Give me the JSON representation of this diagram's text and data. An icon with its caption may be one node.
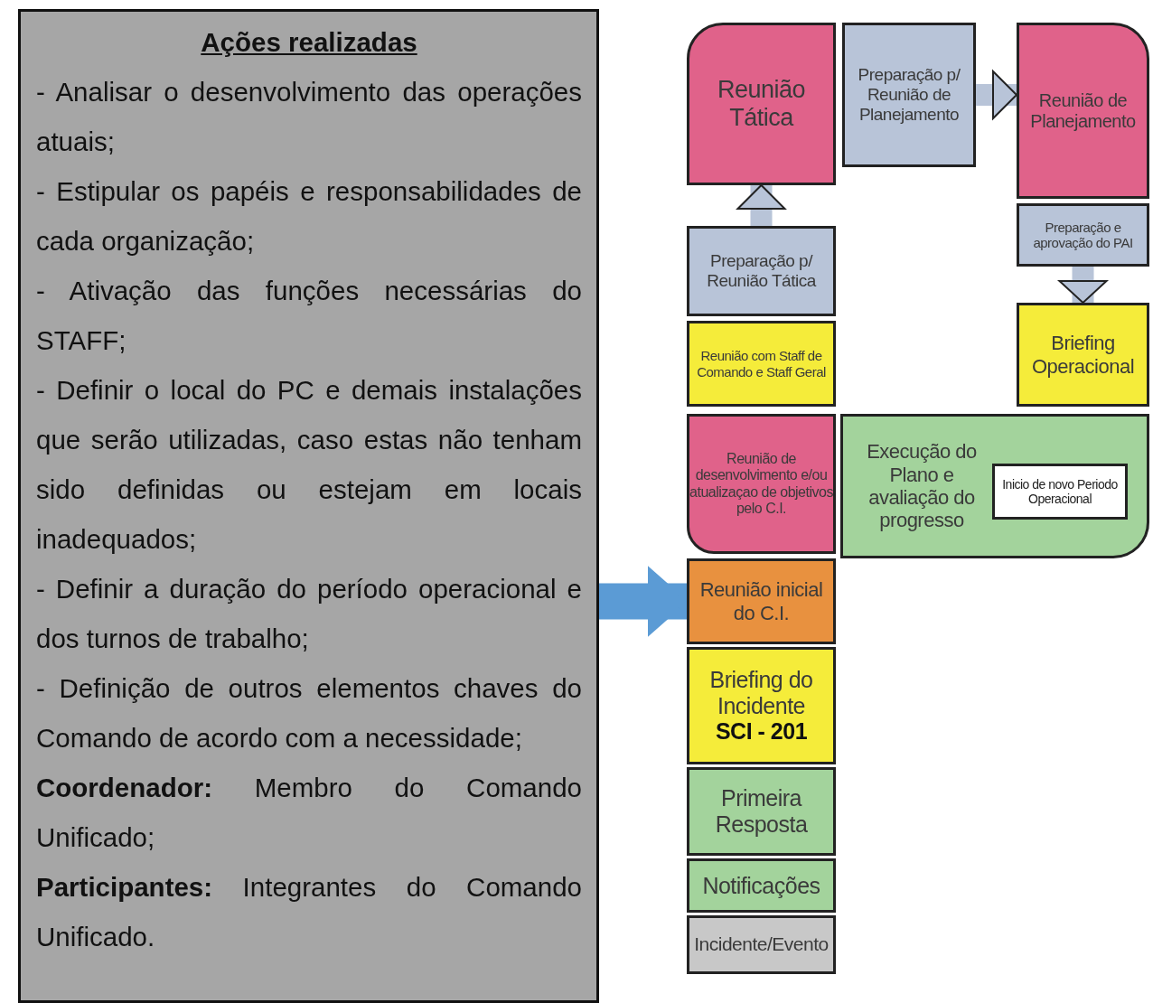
{
  "diagram": {
    "nodes": [
      {
        "text": [
          "Ações realizadas",
          "- Analisar o desenvolvimento das operações atuais;",
          "- Estipular os papéis e responsabilidades de cada organização;",
          "- Ativação das funções necessárias do STAFF;",
          "- Definir o local do PC e demais instalações que serão utilizadas, caso estas não tenham sido definidas ou estejam em locais inadequados;",
          "- Definir a duração do período operacional e dos turnos de trabalho;",
          "- Definição de outros elementos chaves do Comando de acordo com a necessidade;",
          "**Coordenador:** Membro do Comando Unificado;",
          "**Participantes:** Integrantes do Comando Unificado."
        ]
      },
      {
        "text": [
          "Reunião Tática"
        ]
      },
      {
        "text": [
          "Preparação p/ Reunião de Planejamento"
        ]
      },
      {
        "text": [
          "Reunião de Planejamento"
        ]
      },
      {
        "text": [
          "Preparação p/ Reunião Tática"
        ]
      },
      {
        "text": [
          "Preparação e aprovação do PAI"
        ]
      },
      {
        "text": [
          "Reunião com Staff de Comando e Staff Geral"
        ]
      },
      {
        "text": [
          "Briefing Operacional"
        ]
      },
      {
        "text": [
          "Reunião de desenvolvimento e/ou atualizaçao de objetivos pelo C.I."
        ]
      },
      {
        "text": [
          "Execução do Plano e avaliação do progresso"
        ]
      },
      {
        "text": [
          "Inicio de novo Periodo Operacional"
        ],
        "in": 9
      },
      {
        "text": [
          "Reunião inicial do C.I."
        ]
      },
      {
        "text": [
          "Briefing do Incidente",
          "SCI - 201"
        ]
      },
      {
        "text": [
          "Primeira Resposta"
        ]
      },
      {
        "text": [
          "Notificações"
        ]
      },
      {
        "text": [
          "Incidente/Evento"
        ]
      }
    ],
    "edges": [
      {
        "from": 0,
        "to": 11,
        "arrow": "to",
        "color": "#5b9bd5"
      },
      {
        "from": 4,
        "to": 1,
        "arrow": "to"
      },
      {
        "from": 2,
        "to": 3,
        "arrow": "to"
      },
      {
        "from": 5,
        "to": 7,
        "arrow": "to"
      }
    ]
  }
}
